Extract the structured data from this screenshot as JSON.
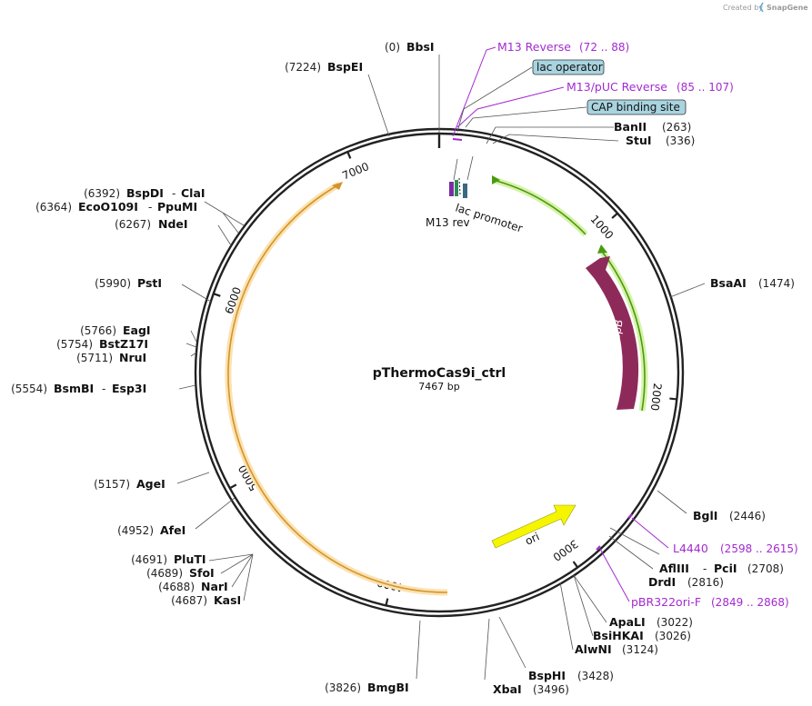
{
  "credit": {
    "created_by": "Created by",
    "brand": "SnapGene"
  },
  "plasmid": {
    "name": "pThermoCas9i_ctrl",
    "length_label": "7467 bp",
    "length": 7467
  },
  "ticks": [
    "1000",
    "2000",
    "3000",
    "4000",
    "5000",
    "6000",
    "7000"
  ],
  "enzymes": [
    {
      "id": "bbsi",
      "pos": "(0)",
      "name": "BbsI"
    },
    {
      "id": "bspei",
      "pos": "(7224)",
      "name": "BspEI"
    },
    {
      "id": "banii",
      "pos": "(263)",
      "name": "BanII"
    },
    {
      "id": "stui",
      "pos": "(336)",
      "name": "StuI"
    },
    {
      "id": "bspdi",
      "pos": "(6392)",
      "name": "BspDI",
      "alt": "ClaI"
    },
    {
      "id": "eco109",
      "pos": "(6364)",
      "name": "EcoO109I",
      "alt": "PpuMI"
    },
    {
      "id": "ndei",
      "pos": "(6267)",
      "name": "NdeI"
    },
    {
      "id": "psti",
      "pos": "(5990)",
      "name": "PstI"
    },
    {
      "id": "bsaai",
      "pos": "(1474)",
      "name": "BsaAI"
    },
    {
      "id": "eagi",
      "pos": "(5766)",
      "name": "EagI"
    },
    {
      "id": "bstz",
      "pos": "(5754)",
      "name": "BstZ17I"
    },
    {
      "id": "nrui",
      "pos": "(5711)",
      "name": "NruI"
    },
    {
      "id": "bsmbi",
      "pos": "(5554)",
      "name": "BsmBI",
      "alt": "Esp3I"
    },
    {
      "id": "agei",
      "pos": "(5157)",
      "name": "AgeI"
    },
    {
      "id": "bgli",
      "pos": "(2446)",
      "name": "BglI"
    },
    {
      "id": "afei",
      "pos": "(4952)",
      "name": "AfeI"
    },
    {
      "id": "afliii",
      "pos": "(2708)",
      "name": "AflIII",
      "alt": "PciI"
    },
    {
      "id": "pluti",
      "pos": "(4691)",
      "name": "PluTI"
    },
    {
      "id": "sfoi",
      "pos": "(4689)",
      "name": "SfoI"
    },
    {
      "id": "drdi",
      "pos": "(2816)",
      "name": "DrdI"
    },
    {
      "id": "nari",
      "pos": "(4688)",
      "name": "NarI"
    },
    {
      "id": "kasi",
      "pos": "(4687)",
      "name": "KasI"
    },
    {
      "id": "apali",
      "pos": "(3022)",
      "name": "ApaLI"
    },
    {
      "id": "bsihkai",
      "pos": "(3026)",
      "name": "BsiHKAI"
    },
    {
      "id": "alwni",
      "pos": "(3124)",
      "name": "AlwNI"
    },
    {
      "id": "bsphi",
      "pos": "(3428)",
      "name": "BspHI"
    },
    {
      "id": "bmgbi",
      "pos": "(3826)",
      "name": "BmgBI"
    },
    {
      "id": "xbai",
      "pos": "(3496)",
      "name": "XbaI"
    }
  ],
  "primers": [
    {
      "id": "m13rev",
      "name": "M13 Reverse",
      "range": "(72 .. 88)"
    },
    {
      "id": "m13puc",
      "name": "M13/pUC Reverse",
      "range": "(85 .. 107)"
    },
    {
      "id": "l4440",
      "name": "L4440",
      "range": "(2598 .. 2615)"
    },
    {
      "id": "pbr322",
      "name": "pBR322ori-F",
      "range": "(2849 .. 2868)"
    }
  ],
  "boxed_features": [
    {
      "id": "lacop",
      "label": "lac operator"
    },
    {
      "id": "cap",
      "label": "CAP binding site"
    }
  ],
  "features": {
    "lac_promoter": "lac promoter",
    "m13_rev": "M13 rev",
    "repb": "repB",
    "ori": "ori"
  },
  "colors": {
    "backbone": "#222222",
    "repb": "#8e2a5a",
    "ori": "#f5f500",
    "green_orf": "#4a9a10",
    "green_glow": "#d6f2a8",
    "orange_orf": "#d4932a",
    "orange_glow": "#fbe2b0",
    "primer": "#a32ad0",
    "feature_box": "#a8d4e0"
  }
}
